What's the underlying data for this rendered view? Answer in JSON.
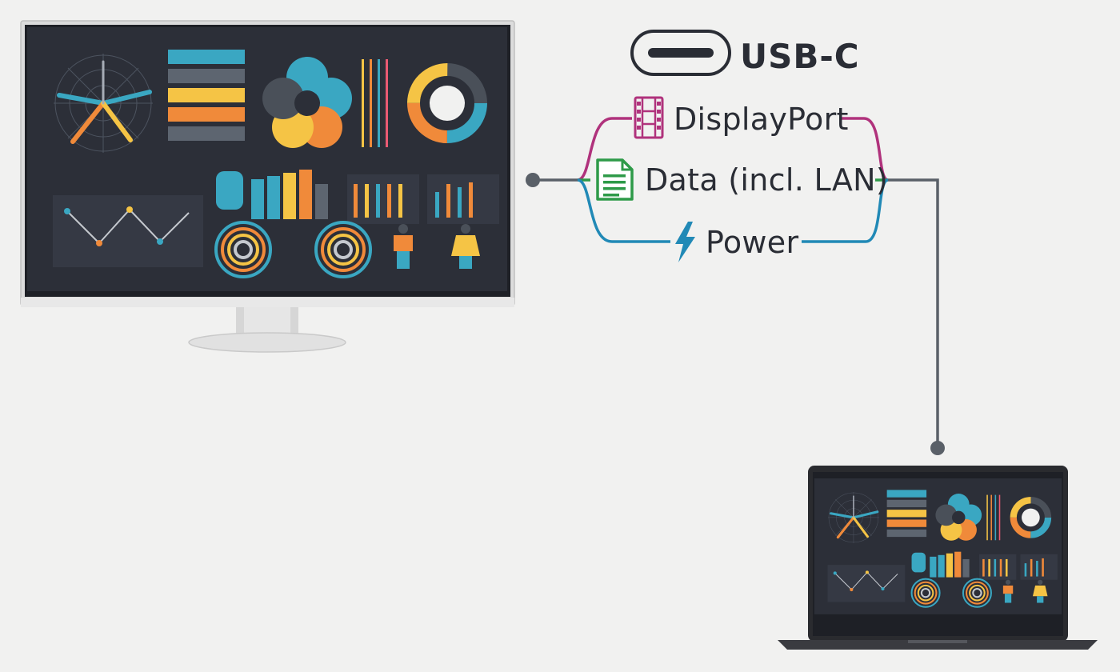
{
  "connector": {
    "name": "USB-C",
    "icon": "usb-c-port-icon"
  },
  "signals": [
    {
      "label": "DisplayPort",
      "icon": "film-strip-icon",
      "color": "#b0327c"
    },
    {
      "label": "Data (incl. LAN)",
      "icon": "document-icon",
      "color": "#2e9a48"
    },
    {
      "label": "Power",
      "icon": "lightning-bolt-icon",
      "color": "#2189b6"
    }
  ],
  "colors": {
    "background": "#f1f1f0",
    "text": "#2a2d35",
    "cable": "#5a6068",
    "screen": "#2c2f38",
    "monitor_bezel": "#e4e4e4",
    "laptop_body": "#2a2b2f",
    "teal": "#3aa7c2",
    "orange": "#f08a3a",
    "yellow": "#f5c445",
    "pink": "#ec5a73"
  },
  "devices": [
    {
      "type": "monitor",
      "icon": "monitor-icon"
    },
    {
      "type": "laptop",
      "icon": "laptop-icon"
    }
  ]
}
